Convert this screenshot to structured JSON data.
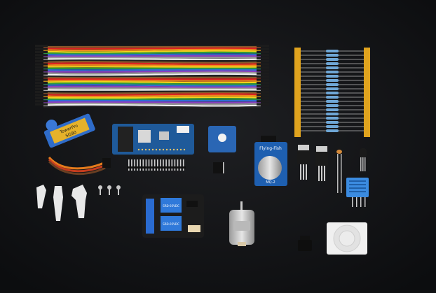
{
  "photo": {
    "background": "#141517",
    "labels": {
      "servo_brand": "TowerPro",
      "servo_model": "SG90",
      "sensor_brand": "Flying-Fish",
      "sensor_model": "MQ-2",
      "relay_a": "SRD-05VDC",
      "relay_b": "SRD-05VDC"
    },
    "wire_colors": [
      "#8b5a2b",
      "#d22",
      "#f08a1c",
      "#f0d21c",
      "#2e9c3c",
      "#2d6fd0",
      "#8a3fc0",
      "#9a9a9a",
      "#f2f2f2",
      "#222"
    ],
    "pcb_blue": "#1f5a9a",
    "resistor_tape": "#e0a31e"
  }
}
